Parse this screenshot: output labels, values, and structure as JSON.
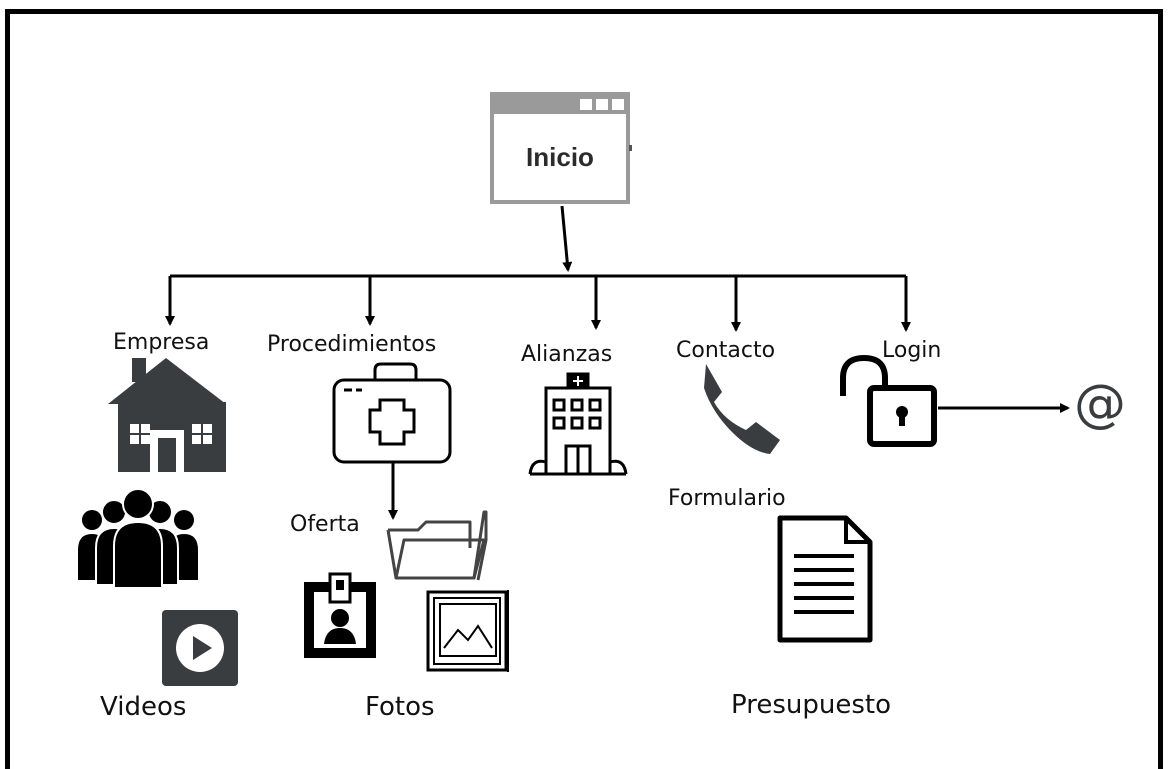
{
  "diagram": {
    "root": {
      "label": "Inicio"
    },
    "branches": [
      {
        "id": "empresa",
        "label": "Empresa",
        "icon": "house-icon",
        "children": [
          {
            "label": "",
            "icon": "team-icon"
          },
          {
            "label": "Videos",
            "icon": "video-play-icon"
          }
        ]
      },
      {
        "id": "procedimientos",
        "label": "Procedimientos",
        "icon": "medical-kit-icon",
        "children": [
          {
            "label": "Oferta",
            "icon": "folder-icon"
          },
          {
            "label": "Fotos",
            "icon": "badge-and-picture-icons"
          }
        ]
      },
      {
        "id": "alianzas",
        "label": "Alianzas",
        "icon": "hospital-building-icon",
        "children": []
      },
      {
        "id": "contacto",
        "label": "Contacto",
        "icon": "phone-icon",
        "children": [
          {
            "label": "Formulario",
            "icon": "document-icon"
          },
          {
            "label": "Presupuesto",
            "icon": ""
          }
        ]
      },
      {
        "id": "login",
        "label": "Login",
        "icon": "unlocked-padlock-icon",
        "children": [
          {
            "label": "@",
            "icon": "at-sign"
          }
        ]
      }
    ]
  },
  "colors": {
    "icon_fill": "#3a3d40",
    "window_gray": "#9a9a9a",
    "line": "#000000"
  }
}
